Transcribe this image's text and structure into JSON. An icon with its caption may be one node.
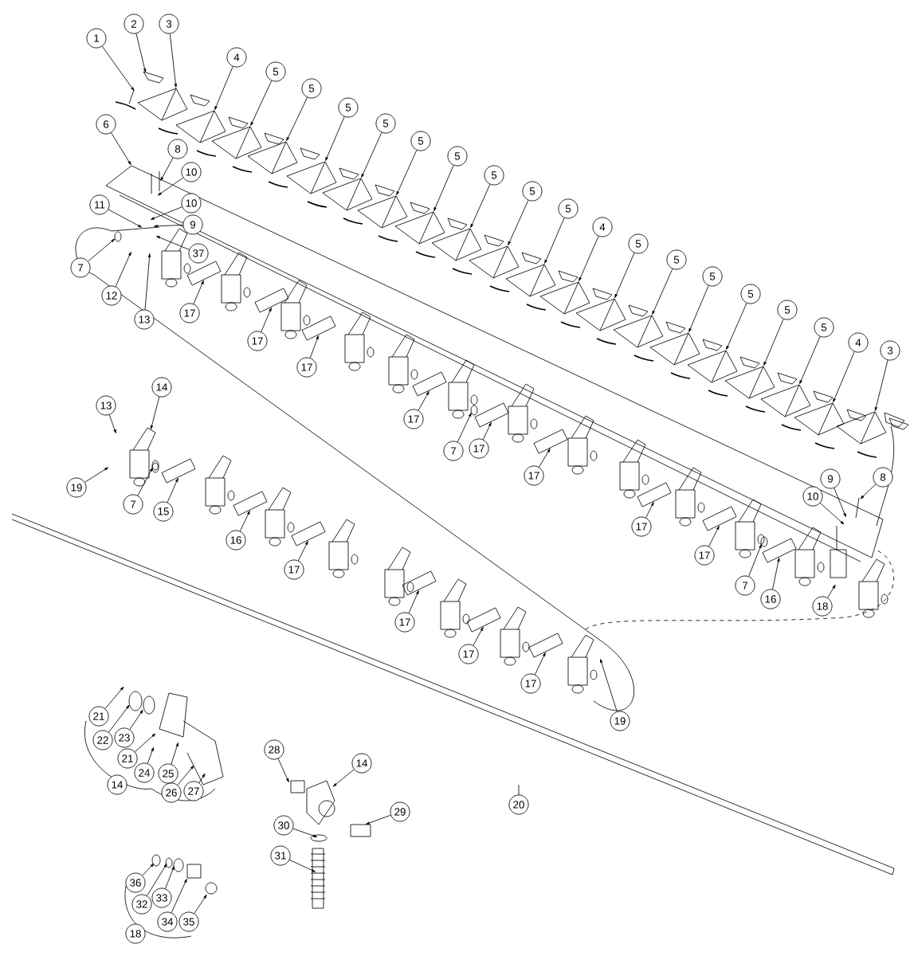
{
  "diagram": {
    "nodes": [
      {
        "text": [
          "1"
        ]
      },
      {
        "text": [
          "2"
        ]
      },
      {
        "text": [
          "3"
        ]
      },
      {
        "text": [
          "4"
        ]
      },
      {
        "text": [
          "5"
        ]
      },
      {
        "text": [
          "5"
        ]
      },
      {
        "text": [
          "5"
        ]
      },
      {
        "text": [
          "5"
        ]
      },
      {
        "text": [
          "5"
        ]
      },
      {
        "text": [
          "5"
        ]
      },
      {
        "text": [
          "5"
        ]
      },
      {
        "text": [
          "5"
        ]
      },
      {
        "text": [
          "5"
        ]
      },
      {
        "text": [
          "4"
        ]
      },
      {
        "text": [
          "5"
        ]
      },
      {
        "text": [
          "5"
        ]
      },
      {
        "text": [
          "5"
        ]
      },
      {
        "text": [
          "5"
        ]
      },
      {
        "text": [
          "5"
        ]
      },
      {
        "text": [
          "5"
        ]
      },
      {
        "text": [
          "4"
        ]
      },
      {
        "text": [
          "3"
        ]
      },
      {
        "text": [
          "6"
        ]
      },
      {
        "text": [
          "8"
        ]
      },
      {
        "text": [
          "10"
        ]
      },
      {
        "text": [
          "11"
        ]
      },
      {
        "text": [
          "10"
        ]
      },
      {
        "text": [
          "9"
        ]
      },
      {
        "text": [
          "37"
        ]
      },
      {
        "text": [
          "7"
        ]
      },
      {
        "text": [
          "12"
        ]
      },
      {
        "text": [
          "13"
        ]
      },
      {
        "text": [
          "17"
        ]
      },
      {
        "text": [
          "17"
        ]
      },
      {
        "text": [
          "17"
        ]
      },
      {
        "text": [
          "14"
        ]
      },
      {
        "text": [
          "13"
        ]
      },
      {
        "text": [
          "17"
        ]
      },
      {
        "text": [
          "7"
        ]
      },
      {
        "text": [
          "17"
        ]
      },
      {
        "text": [
          "9"
        ]
      },
      {
        "text": [
          "8"
        ]
      },
      {
        "text": [
          "10"
        ]
      },
      {
        "text": [
          "19"
        ]
      },
      {
        "text": [
          "7"
        ]
      },
      {
        "text": [
          "15"
        ]
      },
      {
        "text": [
          "17"
        ]
      },
      {
        "text": [
          "17"
        ]
      },
      {
        "text": [
          "16"
        ]
      },
      {
        "text": [
          "17"
        ]
      },
      {
        "text": [
          "17"
        ]
      },
      {
        "text": [
          "7"
        ]
      },
      {
        "text": [
          "16"
        ]
      },
      {
        "text": [
          "18"
        ]
      },
      {
        "text": [
          "17"
        ]
      },
      {
        "text": [
          "17"
        ]
      },
      {
        "text": [
          "17"
        ]
      },
      {
        "text": [
          "19"
        ]
      },
      {
        "text": [
          "21"
        ]
      },
      {
        "text": [
          "22"
        ]
      },
      {
        "text": [
          "23"
        ]
      },
      {
        "text": [
          "14"
        ]
      },
      {
        "text": [
          "28"
        ]
      },
      {
        "text": [
          "21"
        ]
      },
      {
        "text": [
          "24"
        ]
      },
      {
        "text": [
          "25"
        ]
      },
      {
        "text": [
          "14"
        ]
      },
      {
        "text": [
          "26"
        ]
      },
      {
        "text": [
          "27"
        ]
      },
      {
        "text": [
          "20"
        ]
      },
      {
        "text": [
          "29"
        ]
      },
      {
        "text": [
          "30"
        ]
      },
      {
        "text": [
          "31"
        ]
      },
      {
        "text": [
          "36"
        ]
      },
      {
        "text": [
          "32"
        ]
      },
      {
        "text": [
          "33"
        ]
      },
      {
        "text": [
          "34"
        ]
      },
      {
        "text": [
          "35"
        ]
      },
      {
        "text": [
          "18"
        ]
      }
    ],
    "edges": [
      {
        "from": 0,
        "to": null,
        "arrow": "to"
      },
      {
        "from": 1,
        "to": null,
        "arrow": "to"
      },
      {
        "from": 2,
        "to": null,
        "arrow": "to"
      },
      {
        "from": 3,
        "to": null,
        "arrow": "to"
      },
      {
        "from": 4,
        "to": null,
        "arrow": "to"
      },
      {
        "from": 5,
        "to": null,
        "arrow": "to"
      },
      {
        "from": 6,
        "to": null,
        "arrow": "to"
      },
      {
        "from": 7,
        "to": null,
        "arrow": "to"
      },
      {
        "from": 8,
        "to": null,
        "arrow": "to"
      },
      {
        "from": 9,
        "to": null,
        "arrow": "to"
      },
      {
        "from": 10,
        "to": null,
        "arrow": "to"
      },
      {
        "from": 11,
        "to": null,
        "arrow": "to"
      },
      {
        "from": 12,
        "to": null,
        "arrow": "to"
      },
      {
        "from": 13,
        "to": null,
        "arrow": "to"
      },
      {
        "from": 14,
        "to": null,
        "arrow": "to"
      },
      {
        "from": 15,
        "to": null,
        "arrow": "to"
      },
      {
        "from": 16,
        "to": null,
        "arrow": "to"
      },
      {
        "from": 17,
        "to": null,
        "arrow": "to"
      },
      {
        "from": 18,
        "to": null,
        "arrow": "to"
      },
      {
        "from": 19,
        "to": null,
        "arrow": "to"
      },
      {
        "from": 20,
        "to": null,
        "arrow": "to"
      },
      {
        "from": 21,
        "to": null,
        "arrow": "to"
      },
      {
        "from": 22,
        "to": null,
        "arrow": "to"
      },
      {
        "from": 23,
        "to": null,
        "arrow": "to"
      },
      {
        "from": 24,
        "to": null,
        "arrow": "to"
      },
      {
        "from": 25,
        "to": null,
        "arrow": "to"
      },
      {
        "from": 26,
        "to": null,
        "arrow": "to"
      },
      {
        "from": 27,
        "to": null,
        "arrow": "to"
      },
      {
        "from": 28,
        "to": null,
        "arrow": "to"
      },
      {
        "from": 29,
        "to": null,
        "arrow": "to"
      },
      {
        "from": 30,
        "to": null,
        "arrow": "to"
      },
      {
        "from": 31,
        "to": null,
        "arrow": "to"
      },
      {
        "from": 32,
        "to": null,
        "arrow": "to"
      },
      {
        "from": 33,
        "to": null,
        "arrow": "to"
      },
      {
        "from": 34,
        "to": null,
        "arrow": "to"
      },
      {
        "from": 35,
        "to": null,
        "arrow": "to"
      },
      {
        "from": 36,
        "to": null,
        "arrow": "to"
      },
      {
        "from": 37,
        "to": null,
        "arrow": "to"
      },
      {
        "from": 38,
        "to": null,
        "arrow": "to"
      },
      {
        "from": 39,
        "to": null,
        "arrow": "to"
      },
      {
        "from": 40,
        "to": null,
        "arrow": "to"
      },
      {
        "from": 41,
        "to": null,
        "arrow": "to"
      },
      {
        "from": 42,
        "to": null,
        "arrow": "to"
      },
      {
        "from": 43,
        "to": null,
        "arrow": "to"
      },
      {
        "from": 44,
        "to": null,
        "arrow": "to"
      },
      {
        "from": 45,
        "to": null,
        "arrow": "to"
      },
      {
        "from": 46,
        "to": null,
        "arrow": "to"
      },
      {
        "from": 47,
        "to": null,
        "arrow": "to"
      },
      {
        "from": 48,
        "to": null,
        "arrow": "to"
      },
      {
        "from": 49,
        "to": null,
        "arrow": "to"
      },
      {
        "from": 50,
        "to": null,
        "arrow": "to"
      },
      {
        "from": 51,
        "to": null,
        "arrow": "to"
      },
      {
        "from": 52,
        "to": null,
        "arrow": "to"
      },
      {
        "from": 53,
        "to": null,
        "arrow": "to"
      },
      {
        "from": 54,
        "to": null,
        "arrow": "to"
      },
      {
        "from": 55,
        "to": null,
        "arrow": "to"
      },
      {
        "from": 56,
        "to": null,
        "arrow": "to"
      },
      {
        "from": 57,
        "to": null,
        "arrow": "to"
      },
      {
        "from": 58,
        "to": null,
        "arrow": "to"
      },
      {
        "from": 59,
        "to": null,
        "arrow": "to"
      },
      {
        "from": 60,
        "to": null,
        "arrow": "to"
      },
      {
        "from": 61,
        "to": null,
        "arrow": "to"
      },
      {
        "from": 62,
        "to": null,
        "arrow": "to"
      },
      {
        "from": 63,
        "to": null,
        "arrow": "to"
      },
      {
        "from": 64,
        "to": null,
        "arrow": "to"
      },
      {
        "from": 65,
        "to": null,
        "arrow": "to"
      },
      {
        "from": 67,
        "to": null,
        "arrow": "to"
      },
      {
        "from": 68,
        "to": null,
        "arrow": "to"
      },
      {
        "from": 69,
        "to": null,
        "arrow": "none"
      },
      {
        "from": 70,
        "to": null,
        "arrow": "to"
      },
      {
        "from": 71,
        "to": null,
        "arrow": "to"
      },
      {
        "from": 72,
        "to": null,
        "arrow": "to"
      },
      {
        "from": 73,
        "to": null,
        "arrow": "to"
      },
      {
        "from": 74,
        "to": null,
        "arrow": "to"
      },
      {
        "from": 75,
        "to": null,
        "arrow": "to"
      },
      {
        "from": 76,
        "to": null,
        "arrow": "to"
      },
      {
        "from": 77,
        "to": null,
        "arrow": "to"
      }
    ]
  }
}
